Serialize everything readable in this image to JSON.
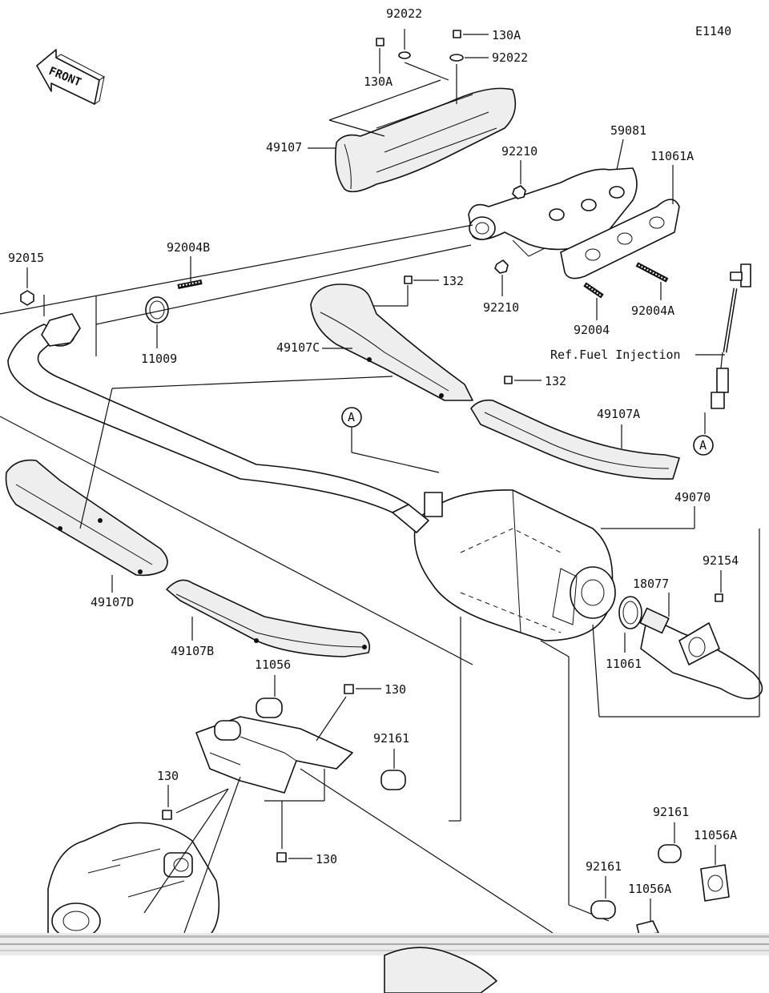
{
  "diagram_code": "E1140",
  "front_label": "FRONT",
  "ref_note": "Ref.Fuel Injection",
  "connector_a": "A",
  "parts": {
    "p92022_top": "92022",
    "p130A_top": "130A",
    "p92022_right": "92022",
    "p130A_left": "130A",
    "p49107": "49107",
    "p59081": "59081",
    "p11061A": "11061A",
    "p92210_top": "92210",
    "p92210_bot": "92210",
    "p92015": "92015",
    "p92004B": "92004B",
    "p132_top": "132",
    "p11009": "11009",
    "p49107C": "49107C",
    "p92004": "92004",
    "p92004A": "92004A",
    "p132_mid": "132",
    "p49107A": "49107A",
    "p49070": "49070",
    "p92154": "92154",
    "p18077": "18077",
    "p11061": "11061",
    "p49107D": "49107D",
    "p49107B": "49107B",
    "p11056": "11056",
    "p130_right": "130",
    "p92161_mid": "92161",
    "p130_left": "130",
    "p130_bottom": "130",
    "p92161_right": "92161",
    "p11056A_right": "11056A",
    "p92161_bottom": "92161",
    "p11056A_bottom": "11056A"
  }
}
